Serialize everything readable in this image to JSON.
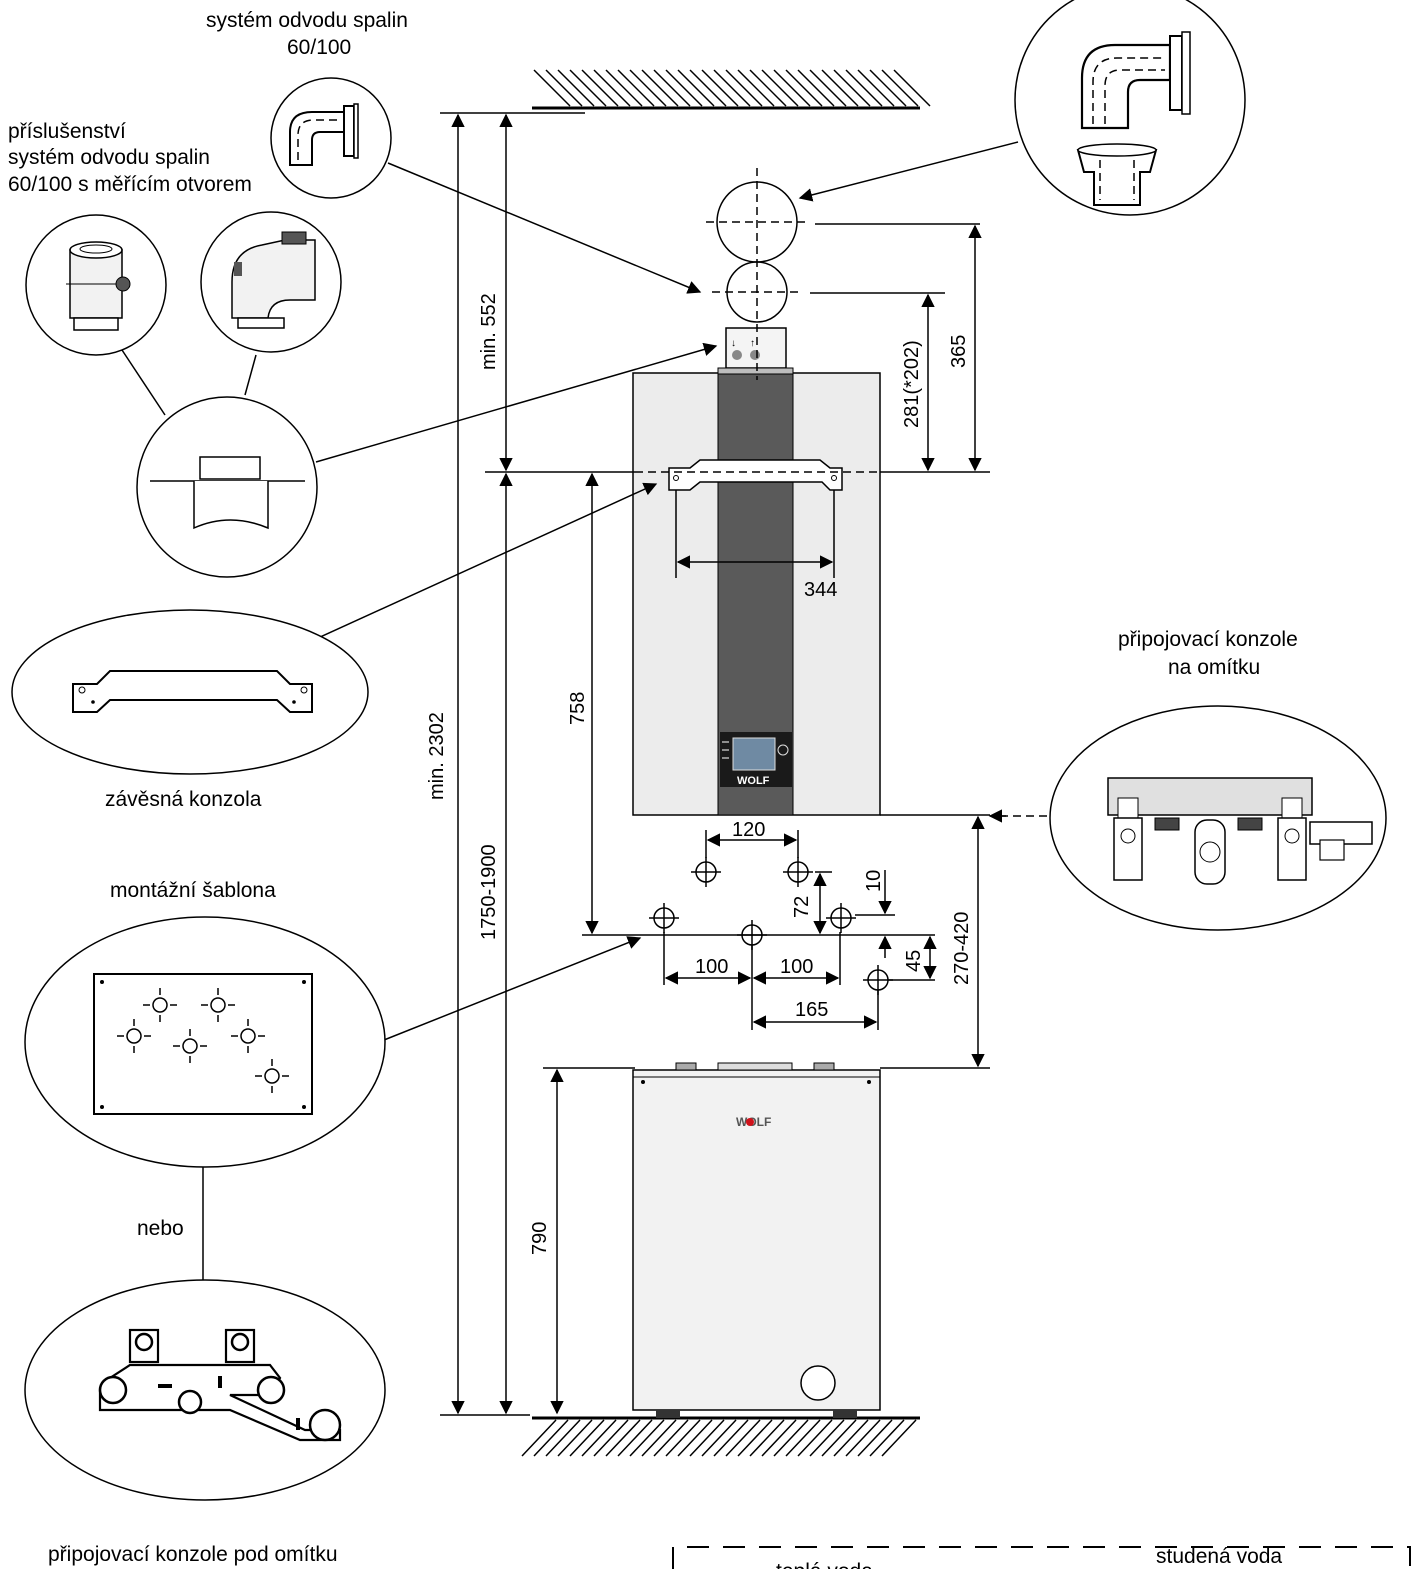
{
  "labels": {
    "flue_system": [
      "systém odvodu spalin",
      "60/100"
    ],
    "accessory": [
      "příslušenství",
      "systém odvodu spalin",
      "60/100 s měřícím otvorem"
    ],
    "hanging_bracket": "závěsná konzola",
    "mounting_template": "montážní šablona",
    "or": "nebo",
    "concealed_bracket": "připojovací konzole pod omítku",
    "surface_bracket": [
      "připojovací konzole",
      "na omítku"
    ],
    "hot_water": "teplá voda",
    "cold_water": "studená voda",
    "brand": "WOLF"
  },
  "dimensions": {
    "min_552": "min. 552",
    "min_2302": "min. 2302",
    "d_1750_1900": "1750-1900",
    "d_758": "758",
    "d_790": "790",
    "d_281": "281(*202)",
    "d_365": "365",
    "d_344": "344",
    "d_120": "120",
    "d_72": "72",
    "d_10": "10",
    "d_45": "45",
    "d_100a": "100",
    "d_100b": "100",
    "d_165": "165",
    "d_270_420": "270-420"
  },
  "colors": {
    "panel": "#ececec",
    "column": "#5a5a5a",
    "display": "#1a1a1a",
    "screen": "#6f8aa3",
    "logo_red": "#d0121b",
    "line": "#000000"
  }
}
